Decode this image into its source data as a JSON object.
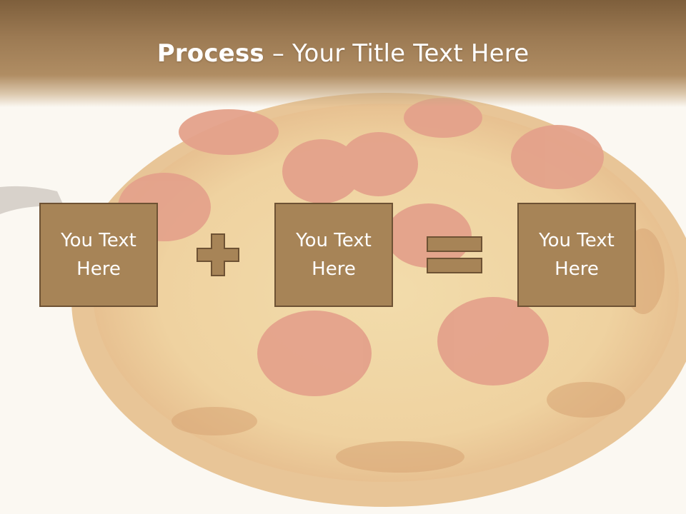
{
  "slide": {
    "title_bold": "Process",
    "title_rest": " – Your Title Text Here"
  },
  "process": {
    "boxes": [
      {
        "line1": "You Text",
        "line2": "Here"
      },
      {
        "line1": "You Text",
        "line2": "Here"
      },
      {
        "line1": "You Text",
        "line2": "Here"
      }
    ],
    "operators": [
      "plus-icon",
      "equals-icon"
    ]
  },
  "colors": {
    "header": "#9c7a53",
    "box_fill": "#a78457",
    "box_border": "#6e5234",
    "text": "#ffffff"
  }
}
